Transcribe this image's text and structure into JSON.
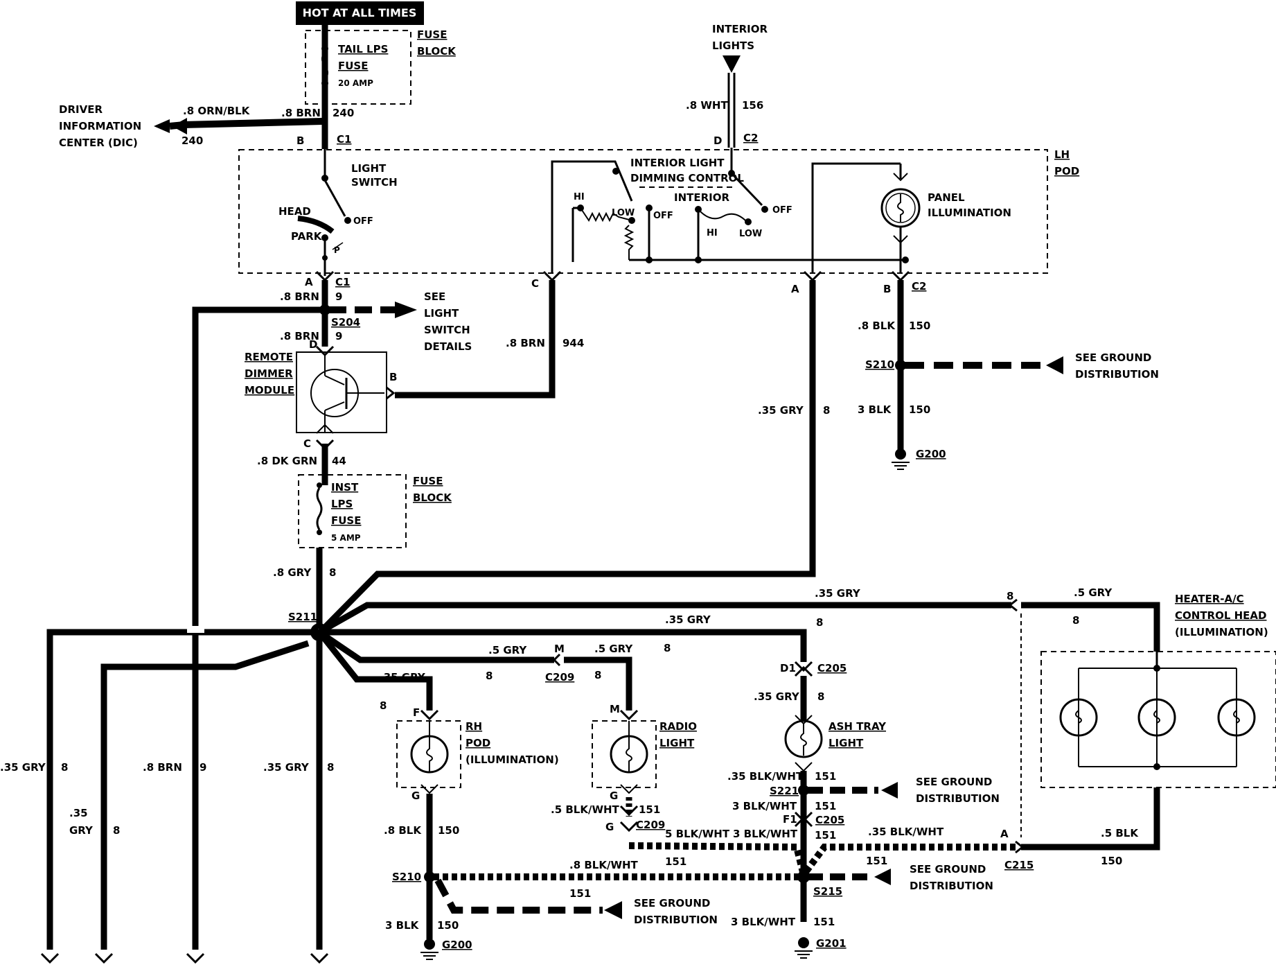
{
  "labels": {
    "hot": "HOT AT ALL TIMES",
    "fuse_block": [
      "FUSE",
      "BLOCK"
    ],
    "tail_fuse": [
      "TAIL LPS",
      "FUSE",
      "20 AMP"
    ],
    "dic": [
      "DRIVER",
      "INFORMATION",
      "CENTER (DIC)"
    ],
    "w_orn_blk": ".8 ORN/BLK",
    "c240a": "240",
    "w_8brn_top": ".8 BRN",
    "c240b": "240",
    "pin_b_c1": "B",
    "c1_top": "C1",
    "interior_lights": [
      "INTERIOR",
      "LIGHTS"
    ],
    "w_8wht": ".8 WHT",
    "c156": "156",
    "pin_d_c2": "D",
    "c2_top": "C2",
    "lh_pod": [
      "LH",
      "POD"
    ],
    "light_switch": [
      "LIGHT",
      "SWITCH"
    ],
    "head": "HEAD",
    "off1": "OFF",
    "park": "PARK",
    "p": "P",
    "dimming": [
      "INTERIOR LIGHT",
      "DIMMING CONTROL"
    ],
    "hi1": "HI",
    "low1": "LOW",
    "off2": "OFF",
    "interior": "INTERIOR",
    "off3": "OFF",
    "hi2": "HI",
    "low2": "LOW",
    "panel_illum": [
      "PANEL",
      "ILLUMINATION"
    ],
    "pin_a1": "A",
    "c1_bot": "C1",
    "c9a": "9",
    "w_8brn_a": ".8 BRN",
    "pin_c": "C",
    "pin_a2": "A",
    "pin_b2": "B",
    "c2_bot": "C2",
    "s204": "S204",
    "see_ls": [
      "SEE",
      "LIGHT",
      "SWITCH",
      "DETAILS"
    ],
    "w_8brn_b": ".8 BRN",
    "c9b": "9",
    "w_8brn_944": ".8 BRN",
    "c944": "944",
    "w_8blk_150": ".8 BLK",
    "c150a": "150",
    "s210a": "S210",
    "see_gd1": [
      "SEE GROUND",
      "DISTRIBUTION"
    ],
    "pin_d_rdm": "D",
    "rdm": [
      "REMOTE",
      "DIMMER",
      "MODULE"
    ],
    "pin_b_rdm": "B",
    "w_35gry_8": ".35 GRY",
    "c8a": "8",
    "w_3blk": "3 BLK",
    "c150b": "150",
    "g200a": "G200",
    "pin_c_rdm": "C",
    "w_8dkgrn": ".8 DK GRN",
    "c44": "44",
    "fuse_block2": [
      "FUSE",
      "BLOCK"
    ],
    "inst_fuse": [
      "INST",
      "LPS",
      "FUSE",
      "5 AMP"
    ],
    "w_8gry": ".8 GRY",
    "c8b": "8",
    "w_35gry_top": ".35 GRY",
    "c8c": "8",
    "w_5gry_r": ".5 GRY",
    "c8d": "8",
    "heater": [
      "HEATER-A/C",
      "CONTROL HEAD",
      "(ILLUMINATION)"
    ],
    "s211": "S211",
    "w_35gry_mid": ".35 GRY",
    "c8e": "8",
    "w_5gry_a": ".5 GRY",
    "pin_m1": "M",
    "w_5gry_b": ".5 GRY",
    "c8f": "8",
    "c8g": "8",
    "c209a": "C209",
    "c8h": "8",
    "w_35gry_rh": ".35 GRY",
    "c8i": "8",
    "pin_d1": "D1",
    "c205a": "C205",
    "w_35gry_ash": ".35 GRY",
    "c8j": "8",
    "pin_f": "F",
    "rh_pod": [
      "RH",
      "POD",
      "(ILLUMINATION)"
    ],
    "pin_m2": "M",
    "radio": [
      "RADIO",
      "LIGHT"
    ],
    "ash": [
      "ASH TRAY",
      "LIGHT"
    ],
    "w_left1": ".35 GRY",
    "c8k": "8",
    "w_left2": ".8 BRN",
    "c9c": "9",
    "w_left3": ".35 GRY",
    "c8l": "8",
    "w_left4": [
      ".35",
      "GRY"
    ],
    "c8m": "8",
    "w_35bw_a": ".35 BLK/WHT",
    "c151a": "151",
    "s221": "S221",
    "see_gd2": [
      "SEE GROUND",
      "DISTRIBUTION"
    ],
    "pin_g1": "G",
    "pin_g2": "G",
    "w_5bw_a": ".5 BLK/WHT",
    "c151b": "151",
    "w_3bw_a": "3 BLK/WHT",
    "pin_f1": "F1",
    "c205b": "C205",
    "pin_g3": "G",
    "c209b": "C209",
    "w_5bw_b": "5 BLK/WHT",
    "w_3bw_b": "3 BLK/WHT",
    "c151c": "151",
    "w_35bw_b": ".35 BLK/WHT",
    "pin_a3": "A",
    "w_5blk": ".5 BLK",
    "w_8blk_rh": ".8 BLK",
    "c150c": "150",
    "c151d": "151",
    "c151e": "151",
    "c215": "C215",
    "c150d": "150",
    "s210b": "S210",
    "w_8bw": ".8 BLK/WHT",
    "c151f": "151",
    "see_gd3": [
      "SEE GROUND",
      "DISTRIBUTION"
    ],
    "s215": "S215",
    "c151g": "151",
    "see_gd4": [
      "SEE GROUND",
      "DISTRIBUTION"
    ],
    "w_3blk_b": "3 BLK",
    "c150e": "150",
    "g200b": "G200",
    "w_3bw_c": "3 BLK/WHT",
    "c151h": "151",
    "g201": "G201"
  }
}
